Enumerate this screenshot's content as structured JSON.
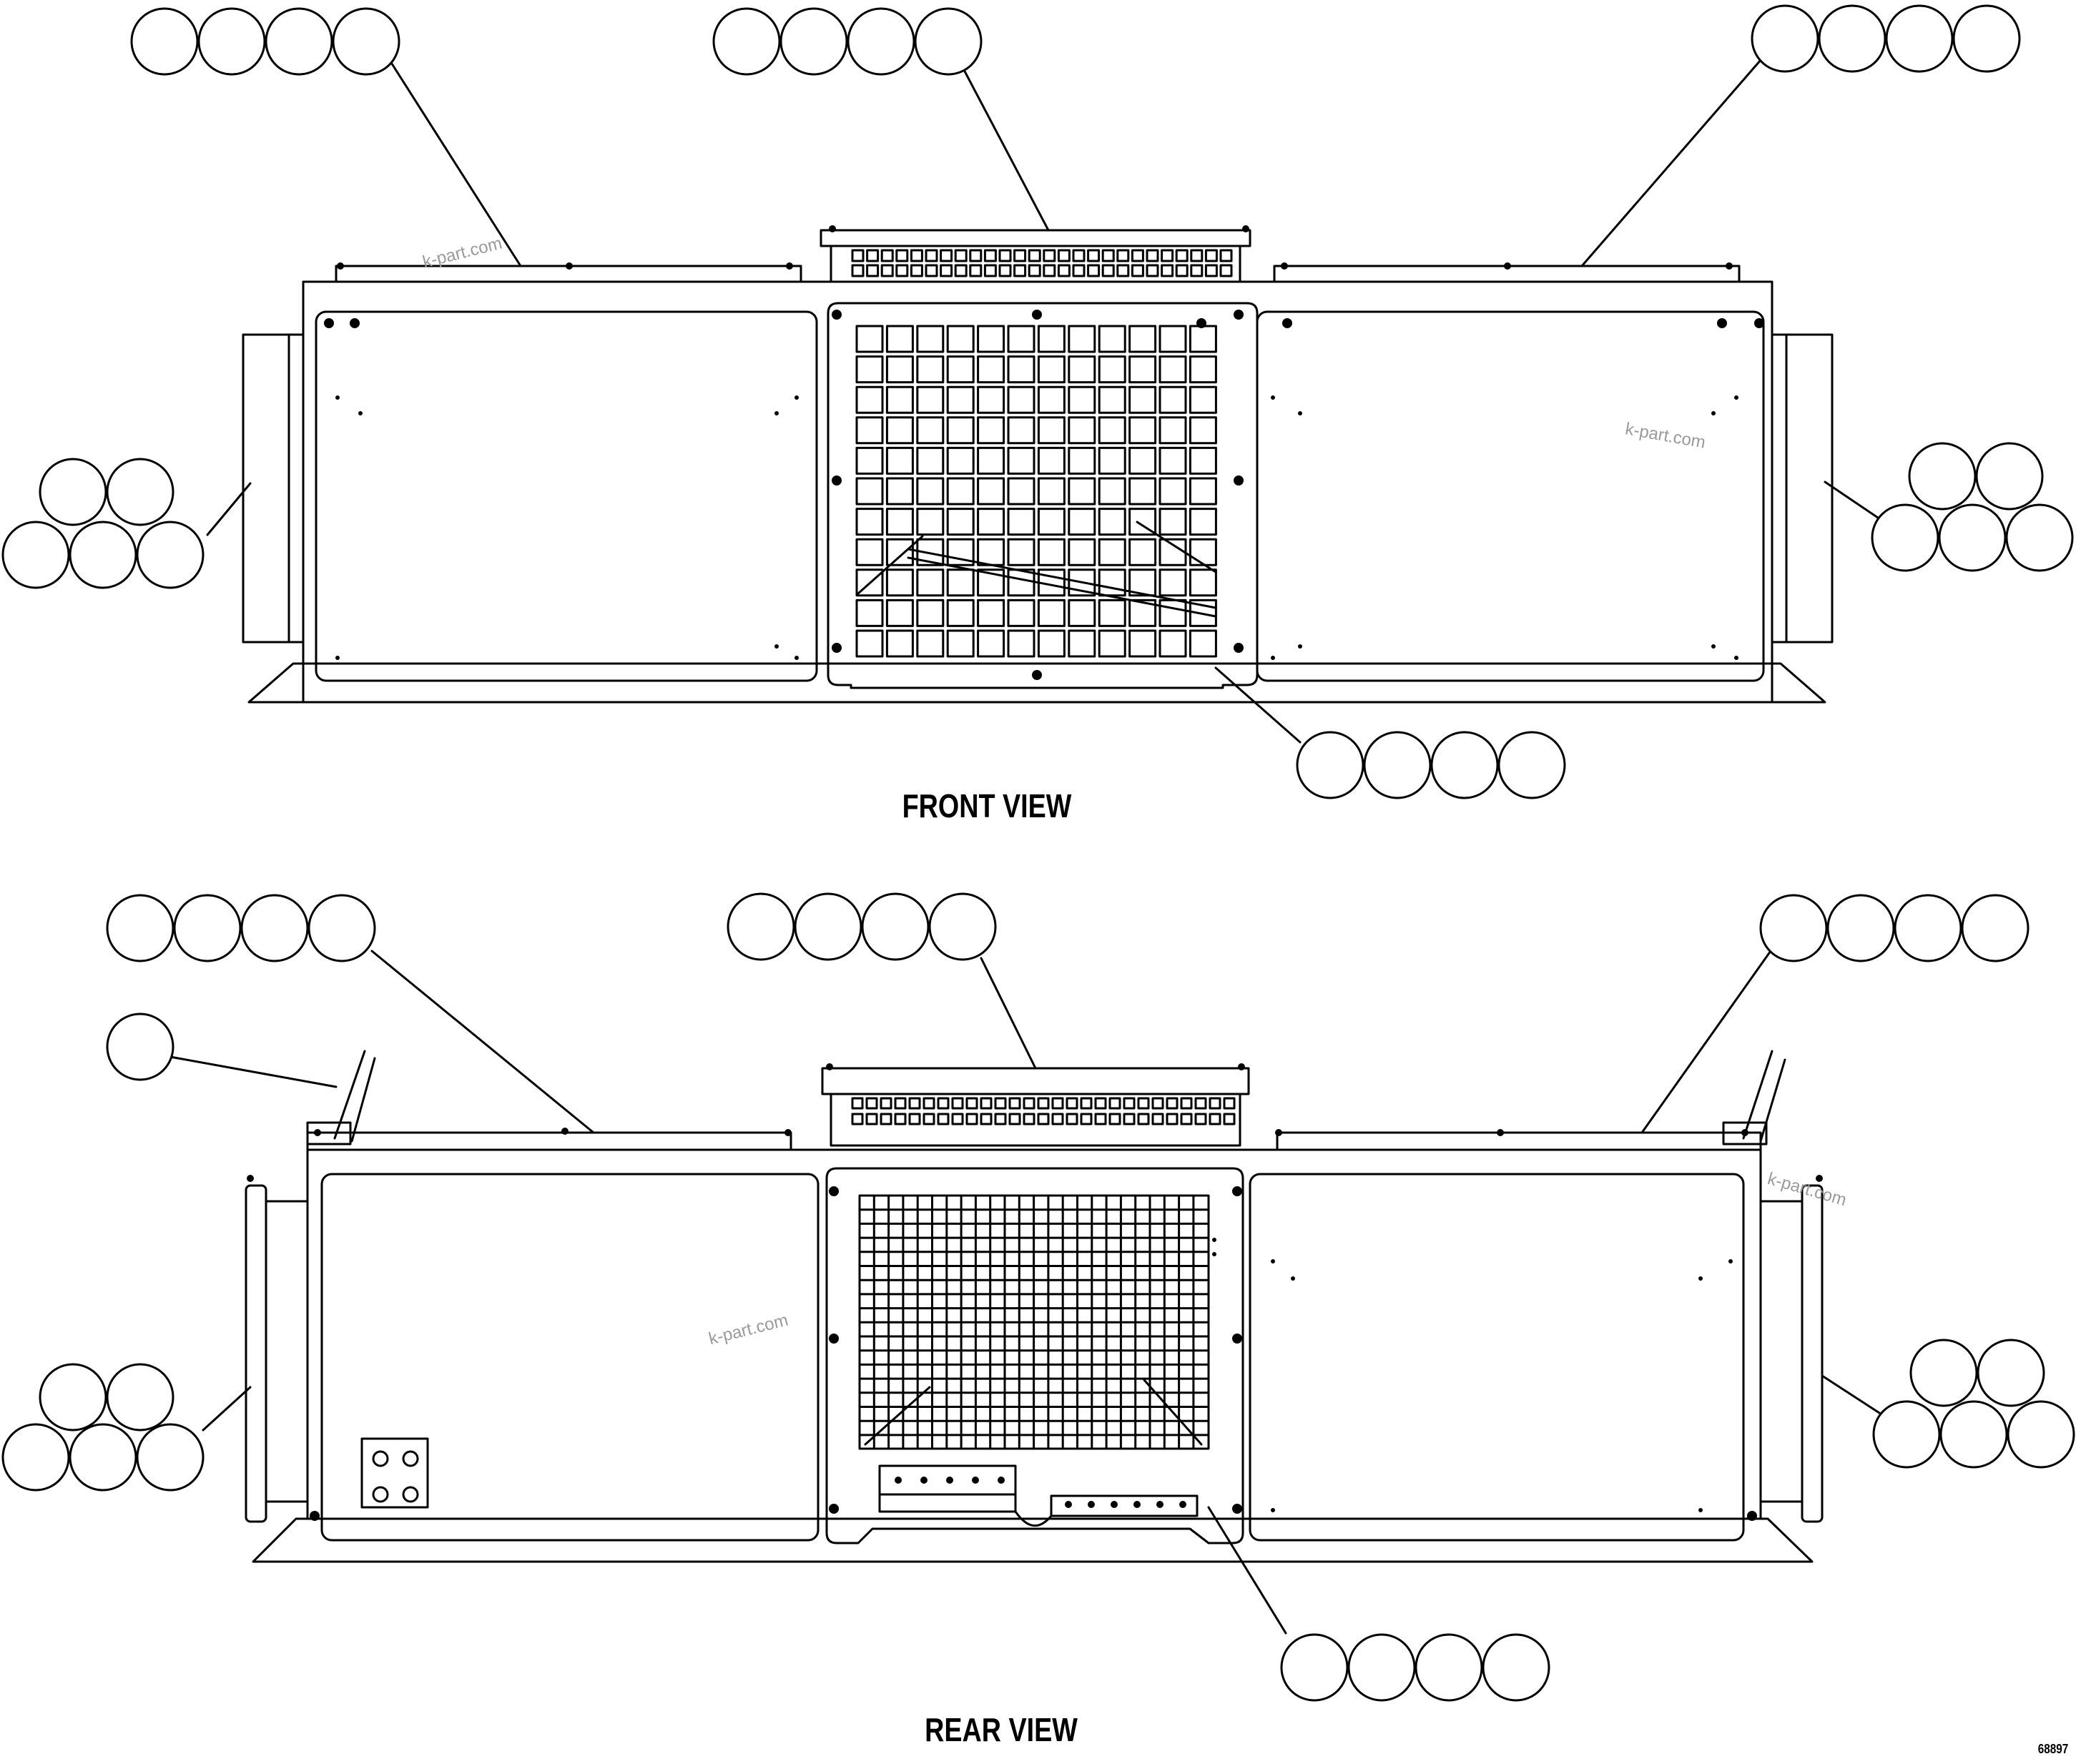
{
  "views": {
    "front": {
      "title": "FRONT VIEW"
    },
    "rear": {
      "title": "REAR VIEW"
    }
  },
  "drawing_number": "68897",
  "watermark": "k-part.com",
  "callout_circles": "blank (no reference numbers printed)"
}
